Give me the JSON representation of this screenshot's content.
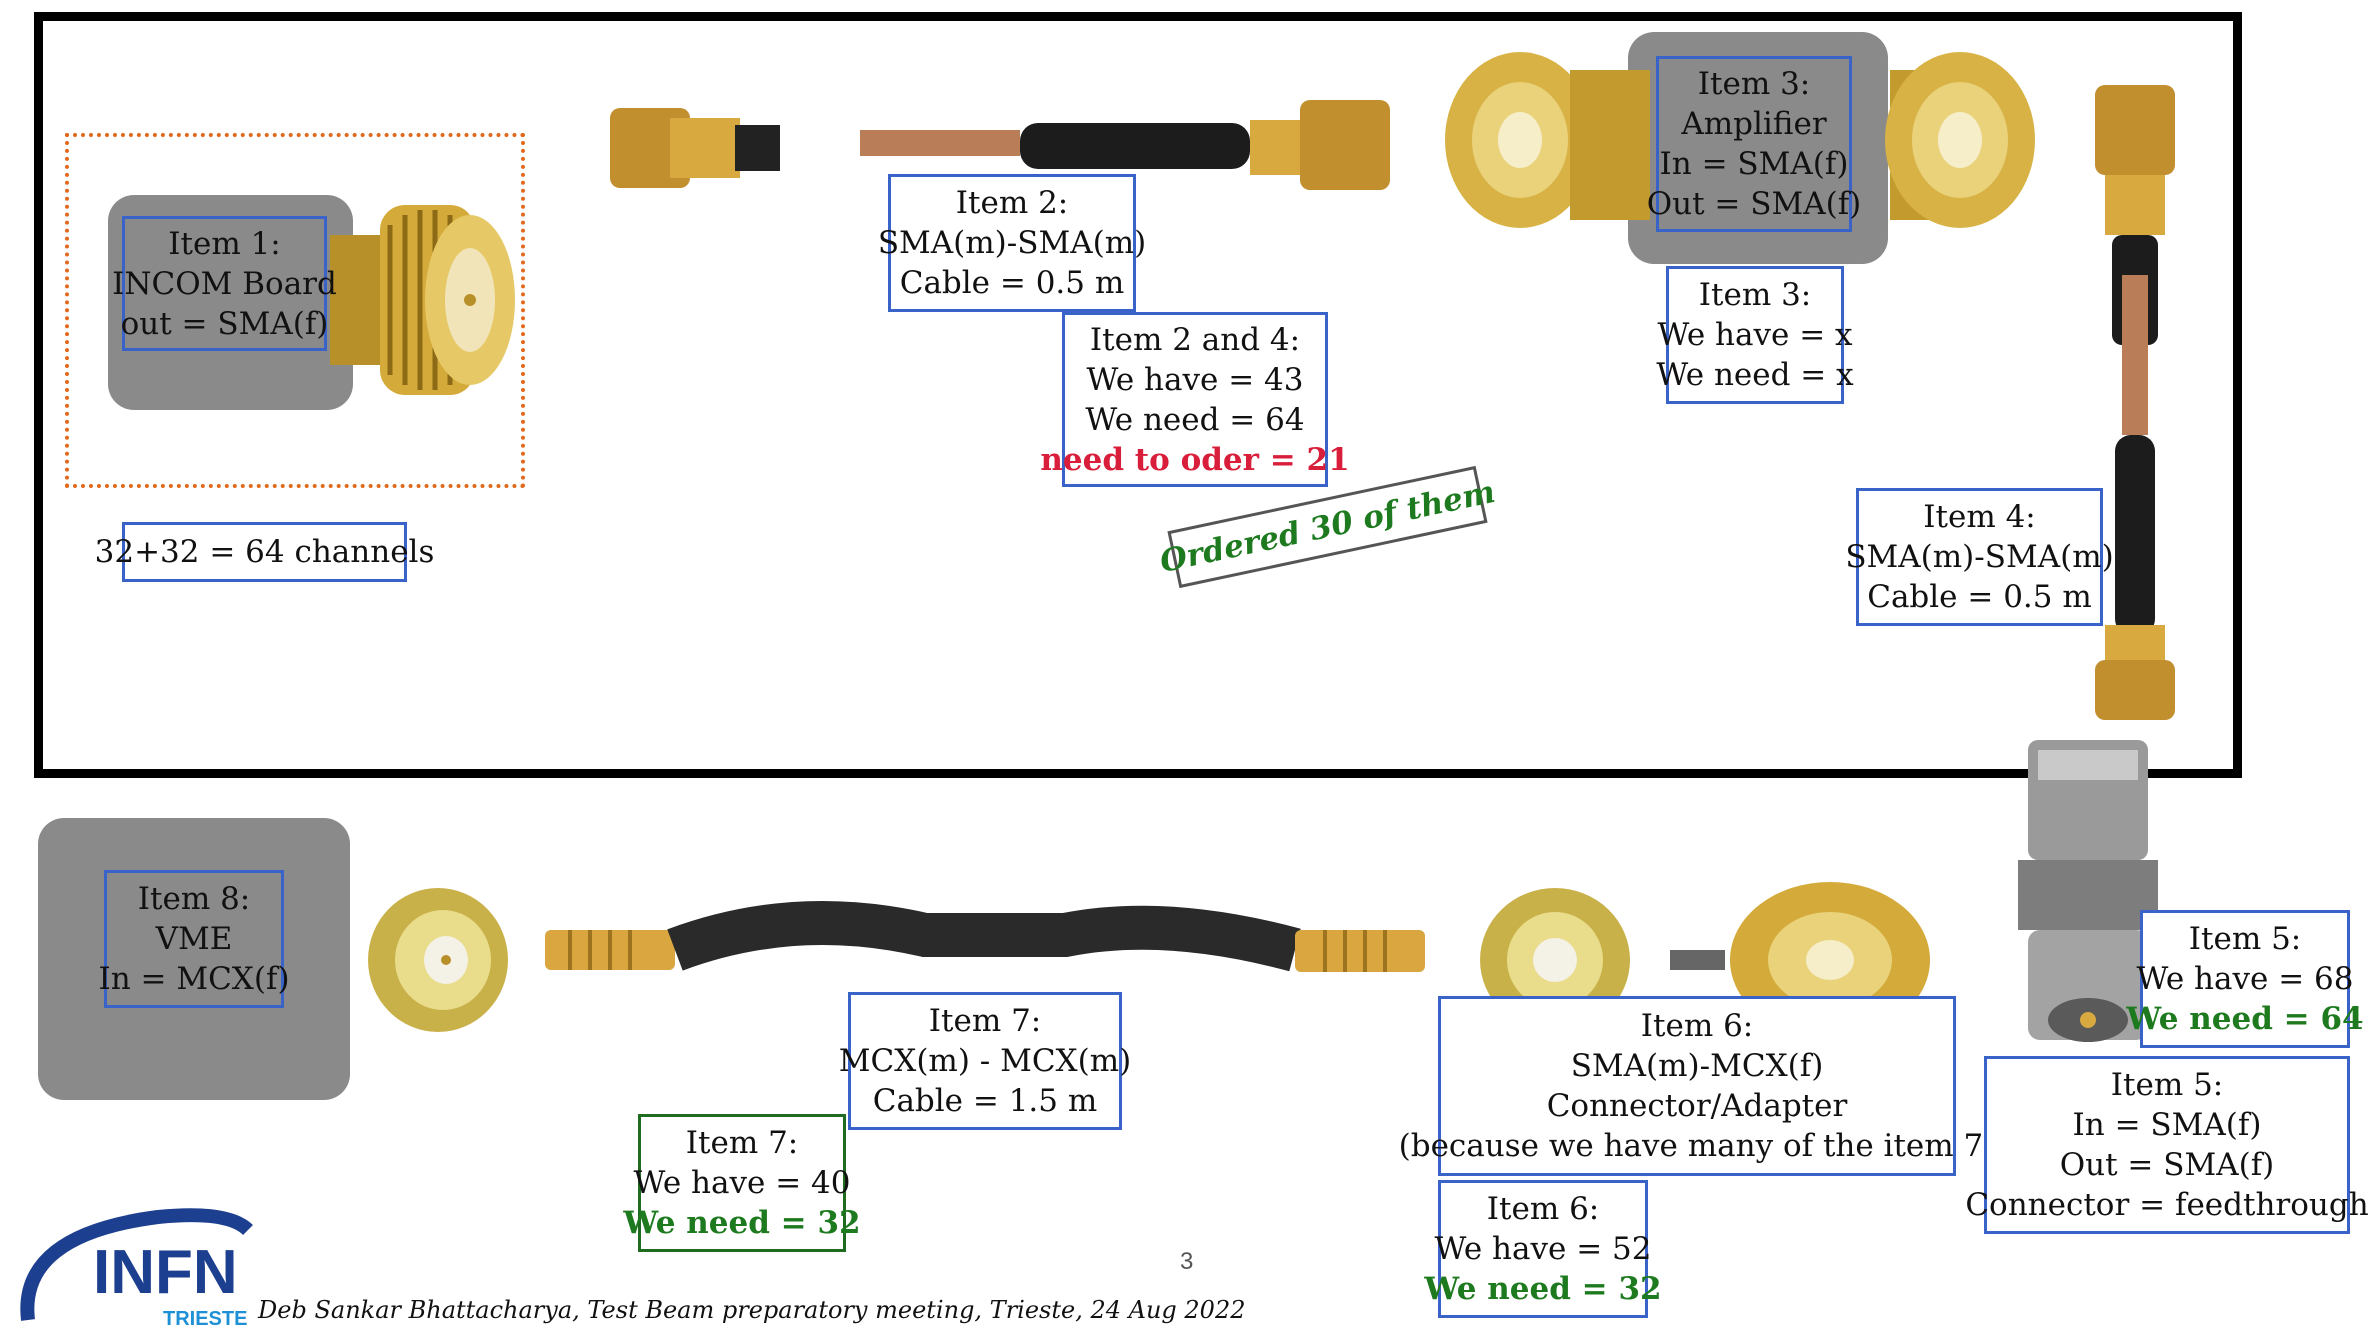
{
  "item1": {
    "title": "Item 1:",
    "line1": "INCOM Board",
    "line2": "out = SMA(f)"
  },
  "channels": "32+32 = 64 channels",
  "item2": {
    "title": "Item 2:",
    "line1": "SMA(m)-SMA(m)",
    "line2": "Cable = 0.5 m"
  },
  "item24": {
    "title": "Item 2 and 4:",
    "have": "We have = 43",
    "need": "We need = 64",
    "order": "need to oder = 21"
  },
  "ordered": "Ordered  30  of them",
  "item3": {
    "title": "Item 3:",
    "line1": "Amplifier",
    "line2": "In = SMA(f)",
    "line3": "Out = SMA(f)"
  },
  "item3_stock": {
    "title": "Item 3:",
    "have": "We have = x",
    "need": "We need = x"
  },
  "item4": {
    "title": "Item 4:",
    "line1": "SMA(m)-SMA(m)",
    "line2": "Cable = 0.5 m"
  },
  "item5_stock": {
    "title": "Item 5:",
    "have": "We have = 68",
    "need": "We need = 64"
  },
  "item5": {
    "title": "Item 5:",
    "line1": "In = SMA(f)",
    "line2": "Out = SMA(f)",
    "line3": "Connector = feedthrough"
  },
  "item6": {
    "title": "Item 6:",
    "line1": "SMA(m)-MCX(f)",
    "line2": "Connector/Adapter",
    "line3": "(because we have many of the item 7)"
  },
  "item6_stock": {
    "title": "Item 6:",
    "have": "We have = 52",
    "need": "We need = 32"
  },
  "item7": {
    "title": "Item 7:",
    "line1": "MCX(m) - MCX(m)",
    "line2": "Cable = 1.5 m"
  },
  "item7_stock": {
    "title": "Item 7:",
    "have": "We have =  40",
    "need": "We need = 32"
  },
  "item8": {
    "title": "Item 8:",
    "line1": "VME",
    "line2": "In = MCX(f)"
  },
  "logo": {
    "name": "INFN",
    "sub": "TRIESTE"
  },
  "footer": "Deb Sankar Bhattacharya,  Test Beam preparatory meeting, Trieste,  24 Aug 2022",
  "page_number": "3",
  "colors": {
    "label_border": "#3a63c9",
    "green_border": "#1f6b1f",
    "red_text": "#d81e3a",
    "green_text": "#1e7a1e",
    "dotted": "#e06a1c",
    "grey_box": "#8a8a8a",
    "gold": "#c9a227"
  },
  "icons": [
    "sma-female-connector-icon",
    "sma-male-connector-icon",
    "coax-cable-icon",
    "mcx-connector-icon",
    "feedthrough-connector-icon",
    "infn-logo-icon"
  ]
}
